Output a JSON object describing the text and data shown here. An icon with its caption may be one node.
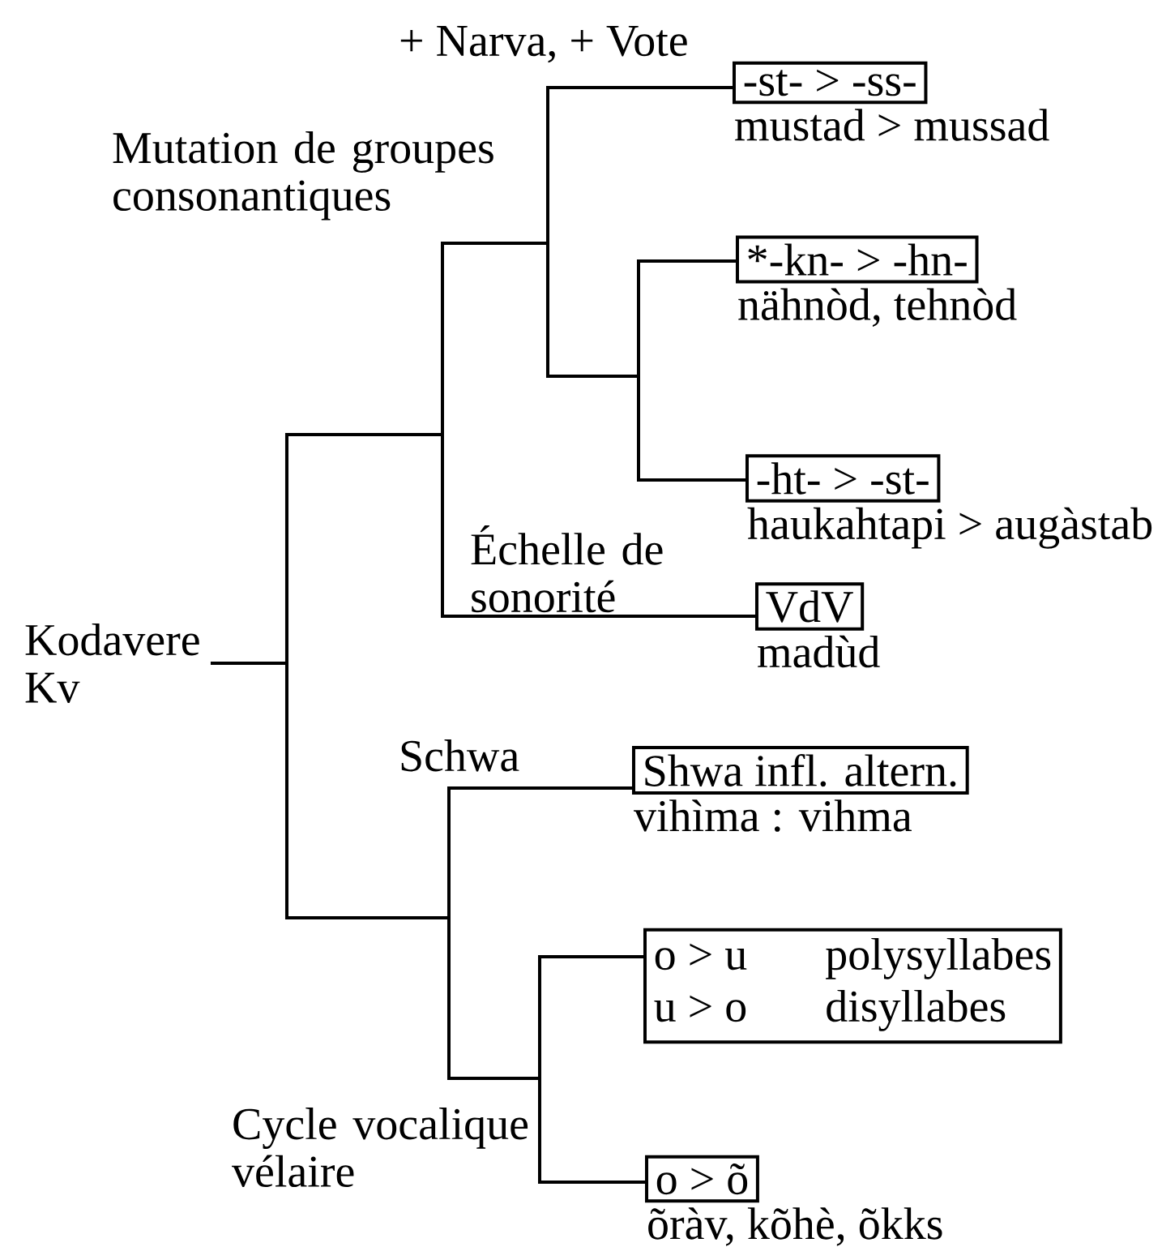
{
  "diagram": {
    "nodes": [
      {
        "text": [
          "Kodavere Kv"
        ]
      },
      {
        "text": [
          "-st- > -ss-"
        ],
        "beside": [
          "mustad > mussad"
        ]
      },
      {
        "text": [
          "*-kn- > -hn-"
        ],
        "beside": [
          "nähnòd, tehnòd"
        ]
      },
      {
        "text": [
          "-ht- > -st-"
        ],
        "beside": [
          "haukahtapi > augàstab"
        ]
      },
      {
        "text": [
          "VdV"
        ],
        "beside": [
          "madùd"
        ]
      },
      {
        "text": [
          "Shwa infl. altern."
        ],
        "beside": [
          "vihìma : vihma"
        ]
      },
      {
        "text": [
          "o > u",
          "polysyllabes",
          "u > o",
          "disyllabes"
        ]
      },
      {
        "text": [
          "o > õ"
        ],
        "beside": [
          "õràv, kõhè, õkks"
        ]
      }
    ],
    "edges": [
      {
        "from": 0,
        "to": 1,
        "arrow": "none"
      },
      {
        "from": 0,
        "to": 2,
        "arrow": "none"
      },
      {
        "from": 0,
        "to": 3,
        "arrow": "none"
      },
      {
        "from": 0,
        "to": 4,
        "arrow": "none"
      },
      {
        "from": 0,
        "to": 5,
        "arrow": "none"
      },
      {
        "from": 0,
        "to": 6,
        "arrow": "none"
      },
      {
        "from": 0,
        "to": 7,
        "arrow": "none"
      }
    ],
    "labels": [
      "+ Narva, + Vote",
      "Mutation de groupes consonantiques",
      "Échelle de sonorité",
      "Schwa",
      "Cycle vocalique vélaire"
    ]
  }
}
